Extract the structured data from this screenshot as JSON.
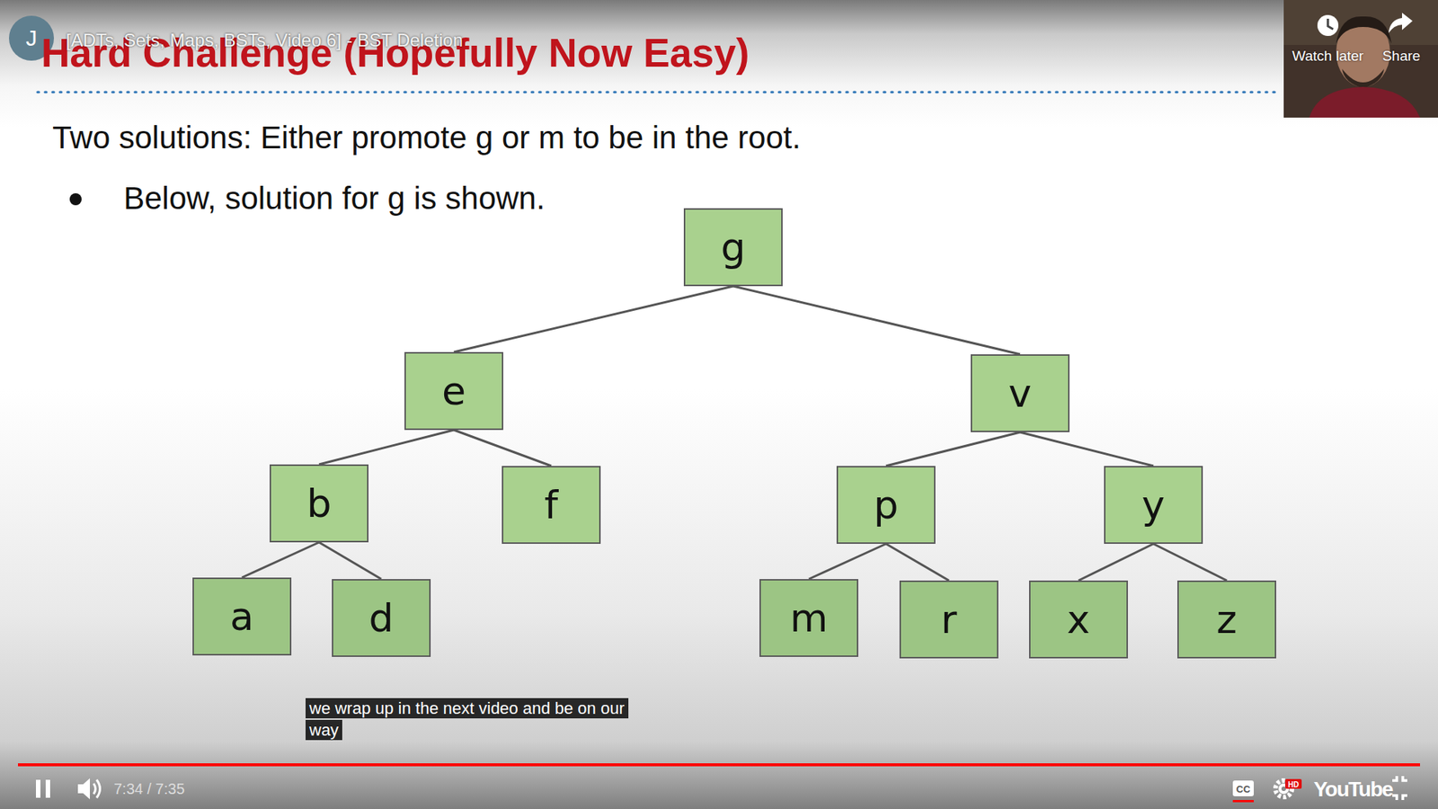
{
  "diagram": {
    "title": "Hard Challenge (Hopefully Now Easy)",
    "nodes": [
      {
        "text": [
          "g"
        ]
      },
      {
        "text": [
          "e"
        ]
      },
      {
        "text": [
          "v"
        ]
      },
      {
        "text": [
          "b"
        ]
      },
      {
        "text": [
          "f"
        ]
      },
      {
        "text": [
          "p"
        ]
      },
      {
        "text": [
          "y"
        ]
      },
      {
        "text": [
          "a"
        ]
      },
      {
        "text": [
          "d"
        ]
      },
      {
        "text": [
          "m"
        ]
      },
      {
        "text": [
          "r"
        ]
      },
      {
        "text": [
          "x"
        ]
      },
      {
        "text": [
          "z"
        ]
      }
    ],
    "edges": [
      {
        "from": 0,
        "to": 1,
        "arrow": "none"
      },
      {
        "from": 0,
        "to": 2,
        "arrow": "none"
      },
      {
        "from": 1,
        "to": 3,
        "arrow": "none"
      },
      {
        "from": 1,
        "to": 4,
        "arrow": "none"
      },
      {
        "from": 2,
        "to": 5,
        "arrow": "none"
      },
      {
        "from": 2,
        "to": 6,
        "arrow": "none"
      },
      {
        "from": 3,
        "to": 7,
        "arrow": "none"
      },
      {
        "from": 3,
        "to": 8,
        "arrow": "none"
      },
      {
        "from": 5,
        "to": 9,
        "arrow": "none"
      },
      {
        "from": 5,
        "to": 10,
        "arrow": "none"
      },
      {
        "from": 6,
        "to": 11,
        "arrow": "none"
      },
      {
        "from": 6,
        "to": 12,
        "arrow": "none"
      }
    ],
    "labels": [
      "[ADTs, Sets, Maps, BSTs, Video 6] - BST Deletion",
      "J",
      "Watch later",
      "Share",
      "Two solutions: Either promote g or m to be in the root.",
      "Below, solution for g is shown.",
      "we wrap up in the next video and be on our way",
      "7:34 / 7:35",
      "CC",
      "HD",
      "YouTube"
    ]
  }
}
